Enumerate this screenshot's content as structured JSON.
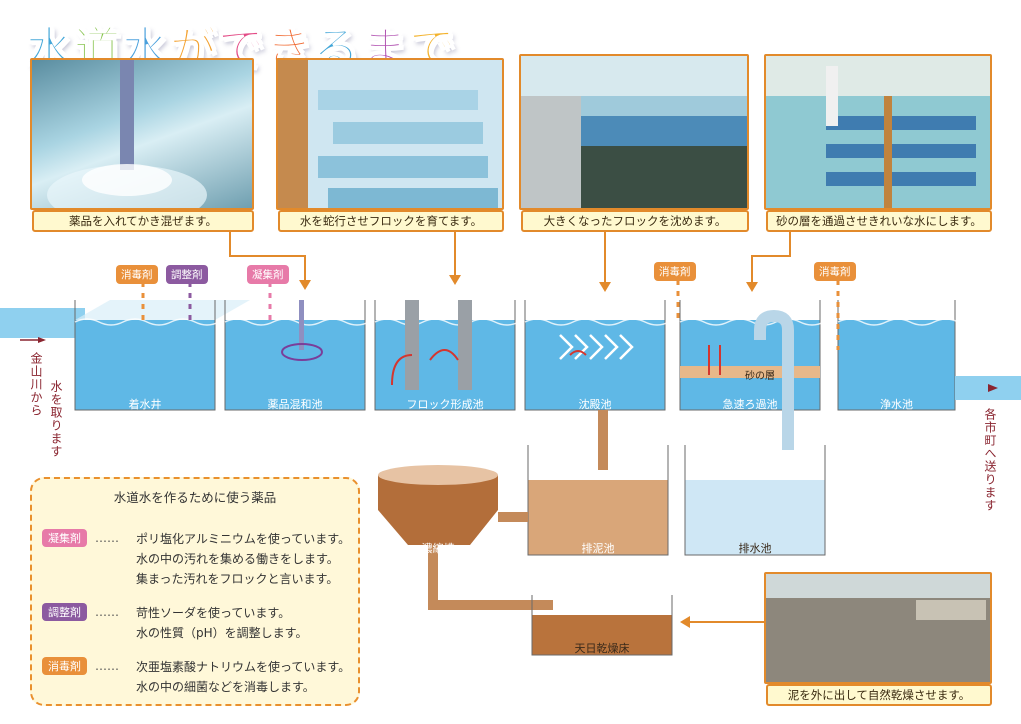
{
  "title": {
    "chars": [
      {
        "t": "水",
        "c": "#42a6d8"
      },
      {
        "t": "道",
        "c": "#84c24a"
      },
      {
        "t": "水",
        "c": "#4aa0dc"
      },
      {
        "t": "が",
        "c": "#f3a12f"
      },
      {
        "t": "で",
        "c": "#e34b86"
      },
      {
        "t": "き",
        "c": "#f0642a"
      },
      {
        "t": "る",
        "c": "#42a6d8"
      },
      {
        "t": "ま",
        "c": "#b04fb0"
      },
      {
        "t": "で",
        "c": "#f3b22b"
      }
    ]
  },
  "photos": [
    {
      "caption": "薬品を入れてかき混ぜます。"
    },
    {
      "caption": "水を蛇行させフロックを育てます。"
    },
    {
      "caption": "大きくなったフロックを沈めます。"
    },
    {
      "caption": "砂の層を通過させきれいな水にします。"
    },
    {
      "caption": "泥を外に出して自然乾燥させます。"
    }
  ],
  "tanks": {
    "intake": "着水井",
    "mixing": "薬品混和池",
    "floc": "フロック形成池",
    "settling": "沈殿池",
    "filter": "急速ろ過池",
    "clear": "浄水池",
    "sludge": "排泥池",
    "drain": "排水池",
    "thickener": "濃縮槽",
    "drying": "天日乾燥床",
    "sand_layer": "砂の層"
  },
  "chemicals": {
    "disinfectant": "消毒剤",
    "adjuster": "調整剤",
    "coagulant": "凝集剤"
  },
  "side_labels": {
    "left_a": "金山川から",
    "left_b": "水を取ります",
    "right_a": "各市町へ送ります"
  },
  "legend": {
    "title": "水道水を作るために使う薬品",
    "items": [
      {
        "tag": "凝集剤",
        "color": "#e77aa8",
        "lines": [
          "ポリ塩化アルミニウムを使っています。",
          "水の中の汚れを集める働きをします。",
          "集まった汚れをフロックと言います。"
        ]
      },
      {
        "tag": "調整剤",
        "color": "#8c5aa0",
        "lines": [
          "苛性ソーダを使っています。",
          "水の性質（pH）を調整します。"
        ]
      },
      {
        "tag": "消毒剤",
        "color": "#e9903a",
        "lines": [
          "次亜塩素酸ナトリウムを使っています。",
          "水の中の細菌などを消毒します。"
        ]
      }
    ],
    "dots": "……"
  },
  "colors": {
    "water": "#7fc4e8",
    "orange": "#e28a2b",
    "mud": "#c48a5a",
    "coagulant": "#e77aa8",
    "adjuster": "#8c5aa0",
    "disinfectant": "#e9903a"
  }
}
